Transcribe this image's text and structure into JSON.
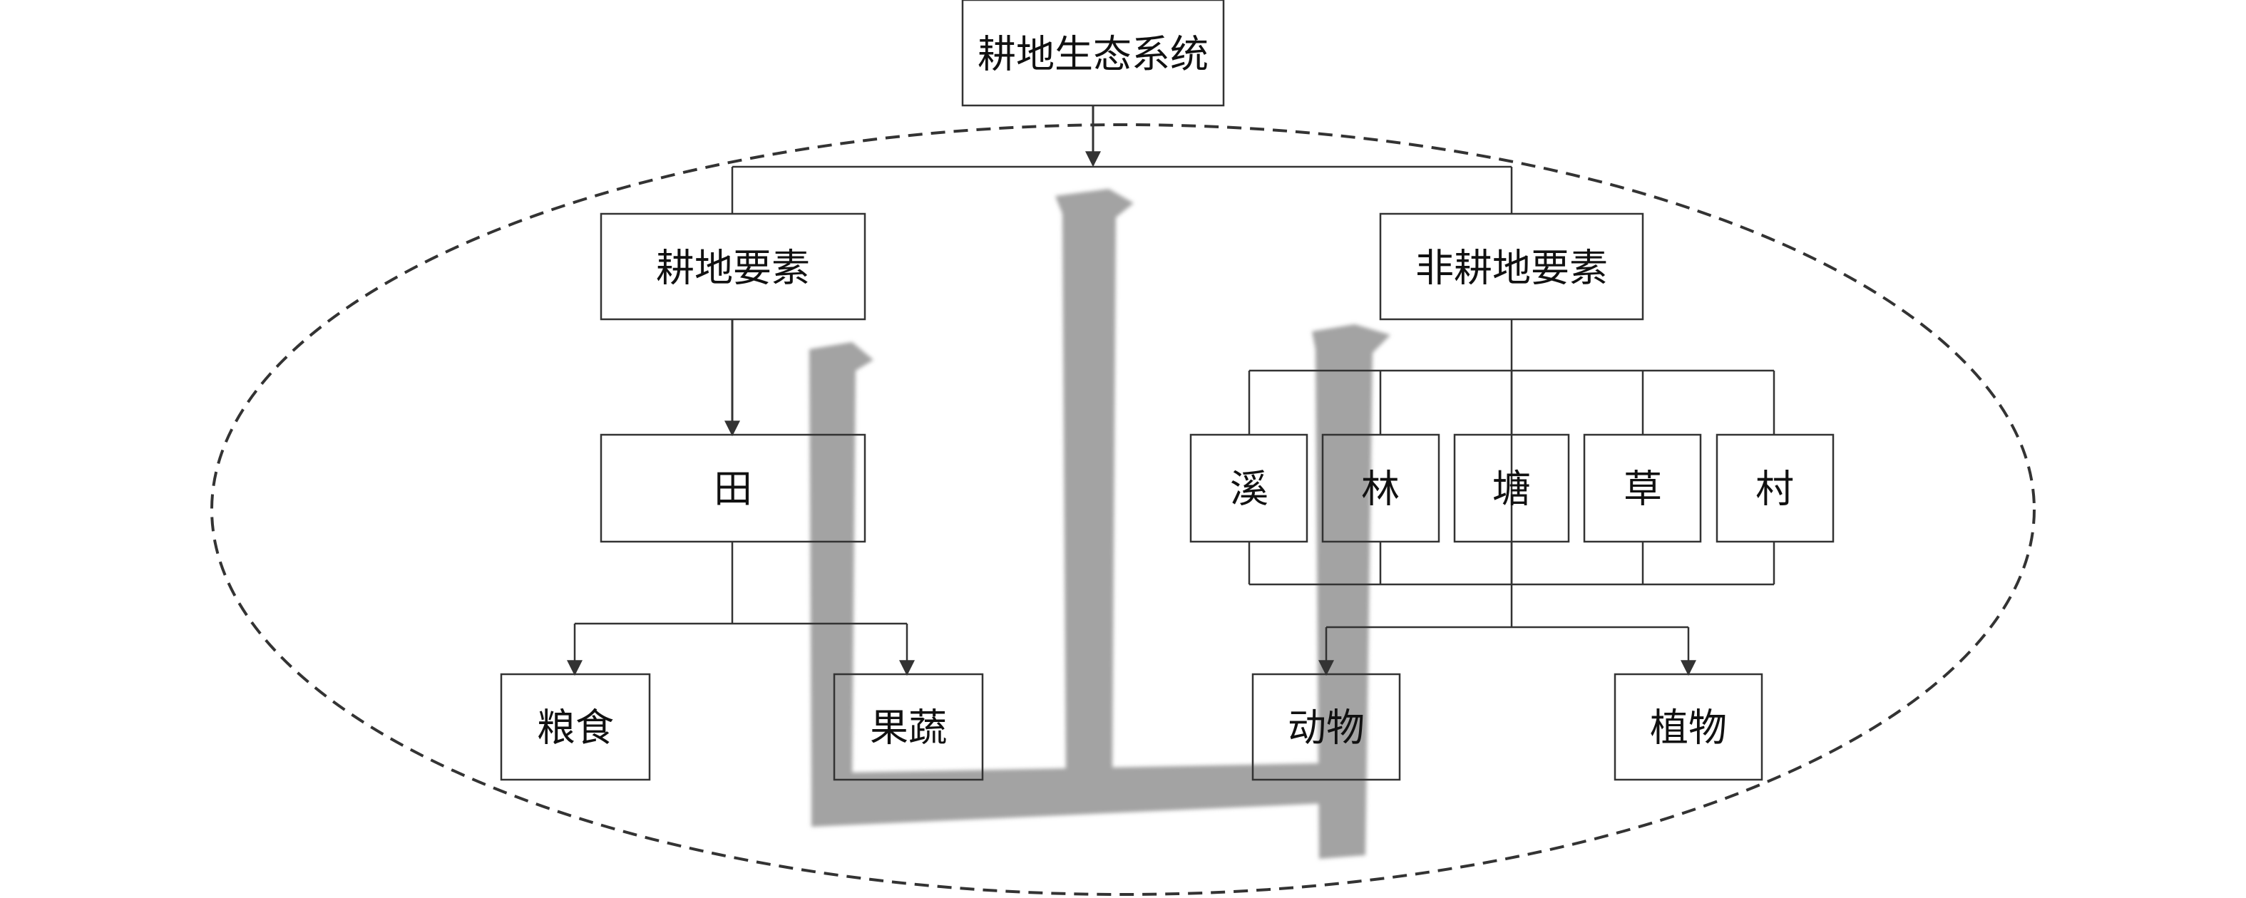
{
  "root": {
    "label": "耕地生态系统"
  },
  "categories": {
    "cultivated": "耕地要素",
    "non_cultivated": "非耕地要素"
  },
  "field": {
    "label": "田"
  },
  "field_outputs": [
    "粮食",
    "果蔬"
  ],
  "non_cultivated_elements": [
    "溪",
    "林",
    "塘",
    "草",
    "村"
  ],
  "non_cultivated_outputs": [
    "动物",
    "植物"
  ],
  "watermark": {
    "glyph": "山",
    "color": "#9e9e9e"
  },
  "colors": {
    "line": "#333333",
    "box_border": "#333333",
    "ellipse": "#333333",
    "text": "#111111"
  }
}
